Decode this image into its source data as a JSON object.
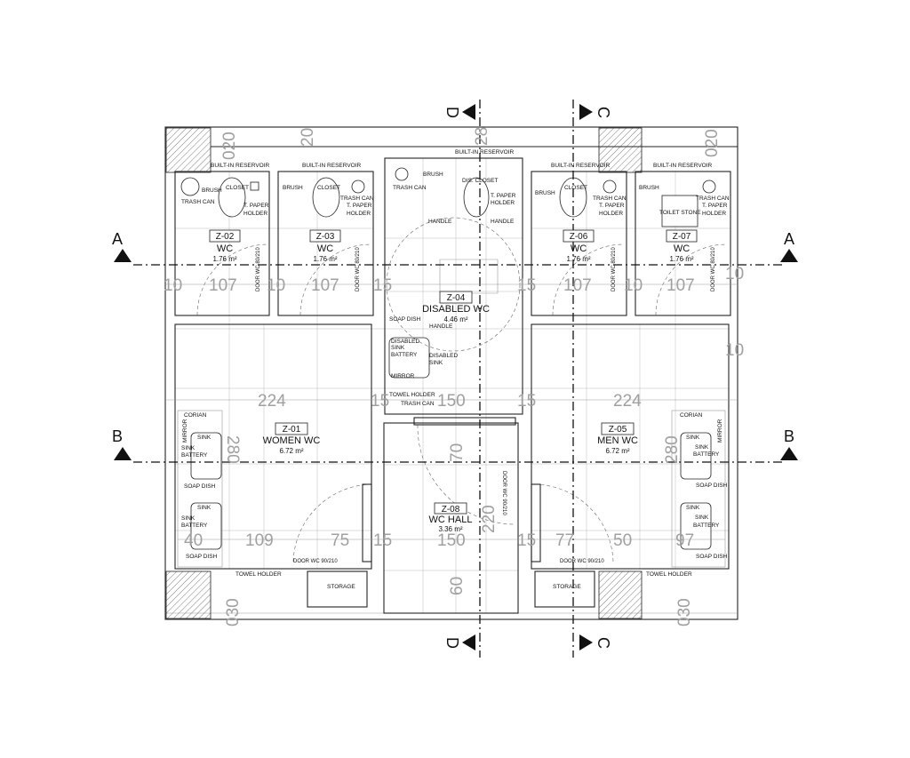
{
  "rooms": {
    "z01": {
      "code": "Z-01",
      "name": "WOMEN WC",
      "area": "6.72 m²"
    },
    "z02": {
      "code": "Z-02",
      "name": "WC",
      "area": "1.76 m²"
    },
    "z03": {
      "code": "Z-03",
      "name": "WC",
      "area": "1.76 m²"
    },
    "z04": {
      "code": "Z-04",
      "name": "DISABLED WC",
      "area": "4.46 m²"
    },
    "z05": {
      "code": "Z-05",
      "name": "MEN WC",
      "area": "6.72 m²"
    },
    "z06": {
      "code": "Z-06",
      "name": "WC",
      "area": "1.76 m²"
    },
    "z07": {
      "code": "Z-07",
      "name": "WC",
      "area": "1.76 m²"
    },
    "z08": {
      "code": "Z-08",
      "name": "WC HALL",
      "area": "3.36 m²"
    }
  },
  "fixtures": {
    "z02": [
      "BUILT-IN RESERVOIR",
      "BRUSH",
      "CLOSET",
      "TRASH CAN",
      "T. PAPER",
      "HOLDER"
    ],
    "z03": [
      "BUILT-IN RESERVOIR",
      "BRUSH",
      "CLOSET",
      "TRASH CAN",
      "T. PAPER",
      "HOLDER"
    ],
    "z04": [
      "BUILT-IN RESERVOIR",
      "TRASH CAN",
      "BRUSH",
      "DIS. CLOSET",
      "T. PAPER",
      "HOLDER",
      "HANDLE",
      "HANDLE",
      "SOAP DISH",
      "HANDLE",
      "DISABLED",
      "SINK",
      "BATTERY",
      "DISABLED",
      "SINK",
      "MIRROR",
      "TOWEL HOLDER",
      "TRASH CAN"
    ],
    "z06": [
      "BUILT-IN RESERVOIR",
      "BRUSH",
      "CLOSET",
      "TRASH CAN",
      "T. PAPER",
      "HOLDER"
    ],
    "z07": [
      "BUILT-IN RESERVOIR",
      "BRUSH",
      "TOILET STONE",
      "TRASH CAN",
      "T. PAPER",
      "HOLDER"
    ],
    "z01": [
      "CORIAN",
      "MIRROR",
      "SINK",
      "SINK",
      "BATTERY",
      "SOAP DISH",
      "SINK",
      "SINK",
      "BATTERY",
      "SOAP DISH",
      "TOWEL HOLDER",
      "STORAGE"
    ],
    "z05": [
      "CORIAN",
      "MIRROR",
      "SINK",
      "SINK",
      "BATTERY",
      "SOAP DISH",
      "SINK",
      "SINK",
      "BATTERY",
      "SOAP DISH",
      "TOWEL HOLDER",
      "STORAGE"
    ]
  },
  "doors": {
    "wc_small": "DOOR WC 80/210",
    "wc_large": "DOOR WC 90/210"
  },
  "dimensions": {
    "row1": [
      "10",
      "107",
      "10",
      "107",
      "15",
      "15",
      "107",
      "10",
      "107",
      "10"
    ],
    "row2": [
      "224",
      "15",
      "150",
      "15",
      "224"
    ],
    "row3": [
      "40",
      "109",
      "75",
      "15",
      "150",
      "15",
      "77",
      "50",
      "97"
    ],
    "vertical": [
      "280",
      "280",
      "70",
      "220",
      "60",
      "030",
      "030",
      "20",
      "020",
      "020",
      "28",
      "10"
    ]
  },
  "sections": {
    "a": "A",
    "b": "B",
    "c": "C",
    "d": "D"
  }
}
